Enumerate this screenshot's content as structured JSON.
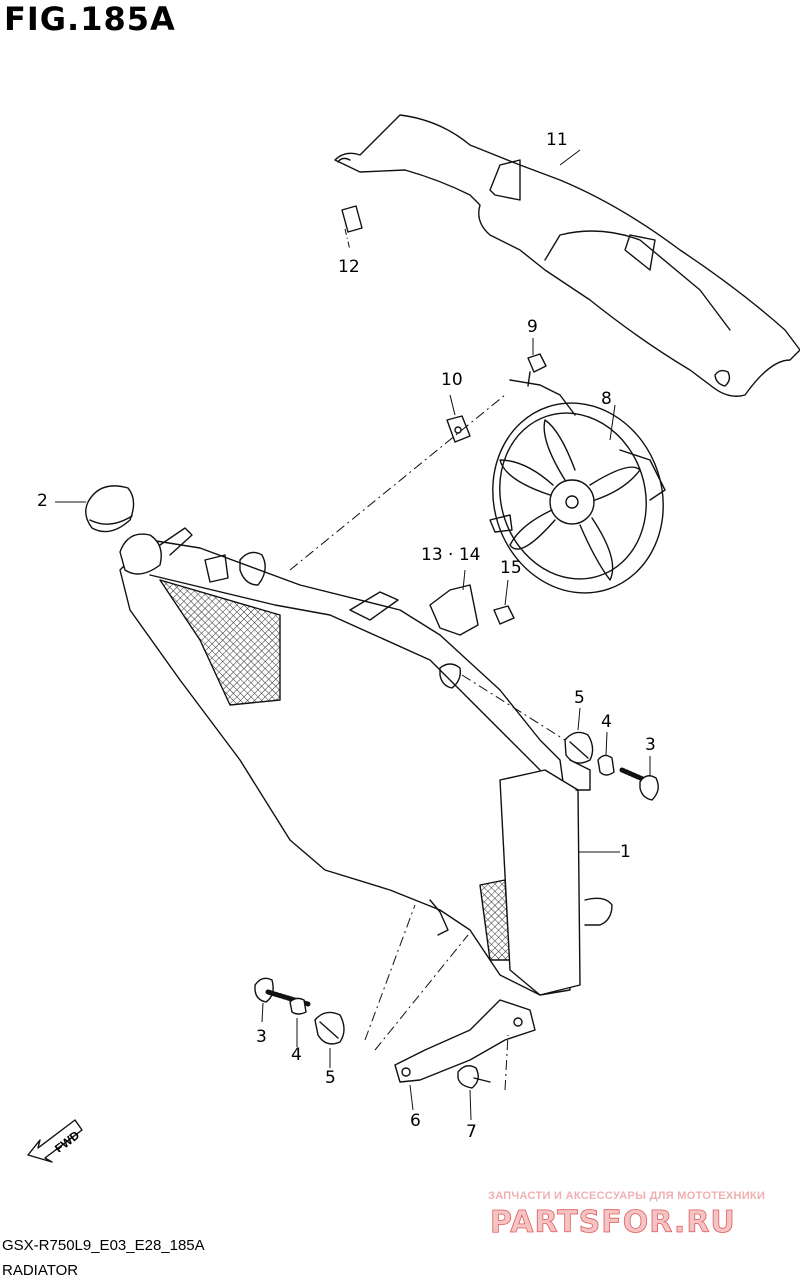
{
  "figure": {
    "title": "FIG.185A",
    "code": "GSX-R750L9_E03_E28_185A",
    "name": "RADIATOR"
  },
  "callouts": [
    {
      "id": "1",
      "label": "1"
    },
    {
      "id": "2",
      "label": "2"
    },
    {
      "id": "3a",
      "label": "3"
    },
    {
      "id": "3b",
      "label": "3"
    },
    {
      "id": "4a",
      "label": "4"
    },
    {
      "id": "4b",
      "label": "4"
    },
    {
      "id": "5a",
      "label": "5"
    },
    {
      "id": "5b",
      "label": "5"
    },
    {
      "id": "6",
      "label": "6"
    },
    {
      "id": "7",
      "label": "7"
    },
    {
      "id": "8",
      "label": "8"
    },
    {
      "id": "9",
      "label": "9"
    },
    {
      "id": "10",
      "label": "10"
    },
    {
      "id": "11",
      "label": "11"
    },
    {
      "id": "12",
      "label": "12"
    },
    {
      "id": "13_14",
      "label": "13 · 14"
    },
    {
      "id": "15",
      "label": "15"
    }
  ],
  "fwd_label": "FWD",
  "watermark": {
    "tagline": "ЗАПЧАСТИ И АКСЕССУАРЫ ДЛЯ МОТОТЕХНИКИ",
    "logo": "PARTSFOR.RU",
    "color": "#e35a5a"
  }
}
